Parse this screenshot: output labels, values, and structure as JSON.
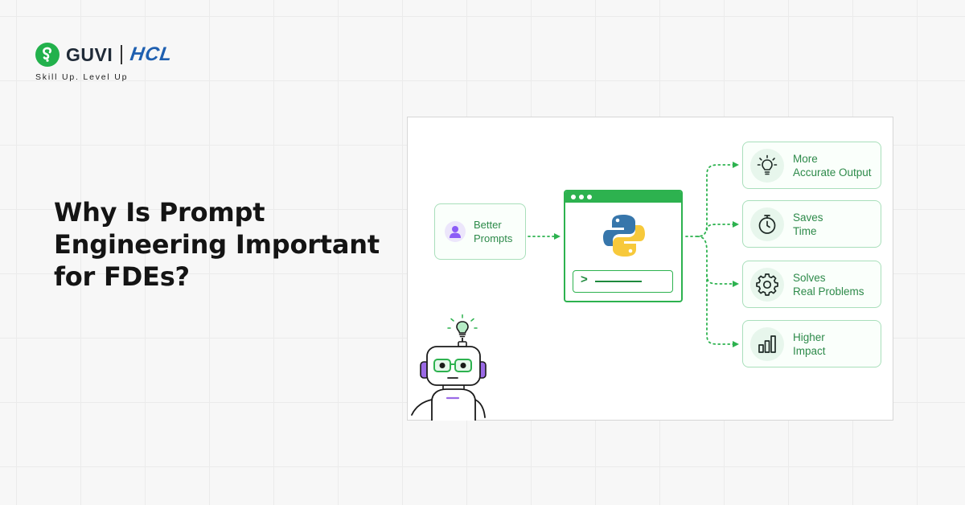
{
  "brand": {
    "guvi_name": "GUVI",
    "hcl_name": "HCL",
    "tagline": "Skill Up. Level Up",
    "guvi_logo_icon": "guvi-g-logo-icon",
    "colors": {
      "guvi_green": "#22b14c",
      "hcl_blue": "#1e5fb0"
    }
  },
  "headline": {
    "lines": [
      "Why Is Prompt",
      "Engineering Important",
      "for FDEs?"
    ]
  },
  "diagram": {
    "input": {
      "icon": "user-icon",
      "label_lines": [
        "Better",
        "Prompts"
      ]
    },
    "processor": {
      "icon": "python-logo-icon",
      "terminal_prompt": ">"
    },
    "outputs": [
      {
        "icon": "lightbulb-icon",
        "label_lines": [
          "More",
          "Accurate Output"
        ]
      },
      {
        "icon": "stopwatch-icon",
        "label_lines": [
          "Saves",
          "Time"
        ]
      },
      {
        "icon": "gear-icon",
        "label_lines": [
          "Solves",
          "Real Problems"
        ]
      },
      {
        "icon": "bar-chart-icon",
        "label_lines": [
          "Higher",
          "Impact"
        ]
      }
    ],
    "colors": {
      "accent": "#2db24f",
      "label": "#2d8a4a",
      "node_border": "#a9dfbb"
    }
  },
  "mascot": {
    "icon": "robot-with-lightbulb-icon"
  }
}
